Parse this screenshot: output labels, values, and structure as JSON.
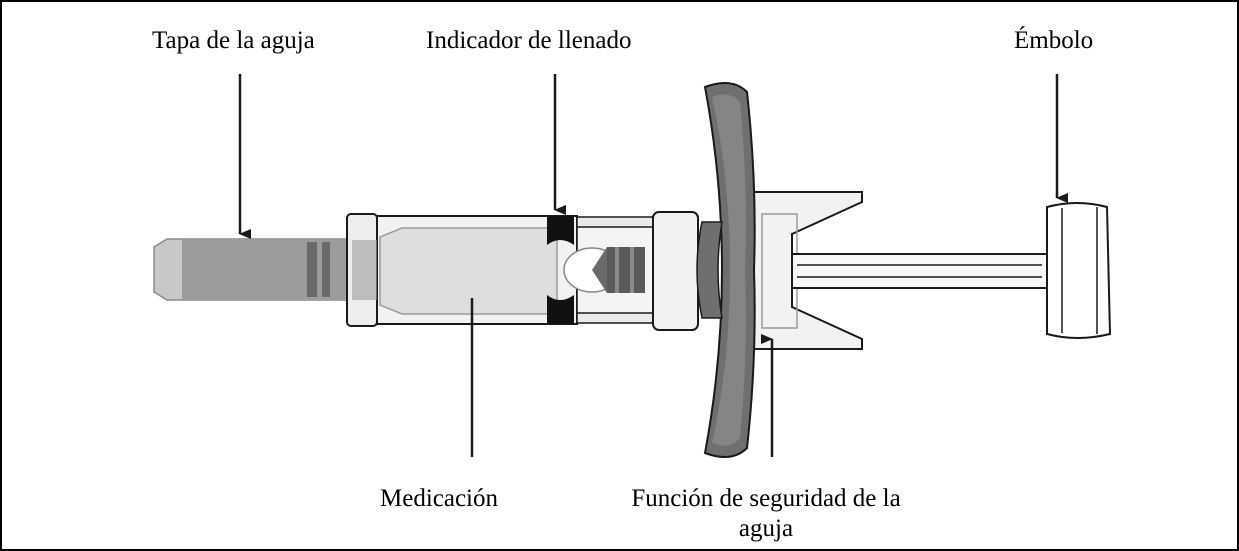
{
  "labels": {
    "needle_cap": "Tapa de la aguja",
    "fill_indicator": "Indicador de llenado",
    "plunger": "Émbolo",
    "medication": "Medicación",
    "needle_safety_line1": "Función de seguridad de la",
    "needle_safety_line2": "aguja"
  },
  "colors": {
    "outline": "#1a1a1a",
    "cap_fill": "#9c9c9c",
    "cap_tip": "#c8c8c8",
    "barrel_fill": "#ededed",
    "medication_fill": "#d9d9d9",
    "flange_fill": "#6f6f6f",
    "indicator_fill": "#111111",
    "stopper_fill": "#5a5a5a"
  }
}
